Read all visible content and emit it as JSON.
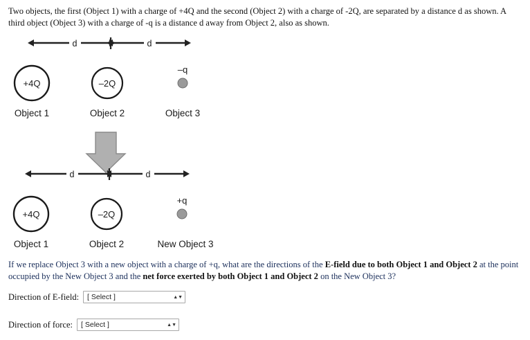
{
  "intro": {
    "text": "Two objects, the first (Object 1) with a charge of +4Q and the second (Object 2) with a charge of -2Q, are separated by a distance d as shown. A third object (Object 3) with a charge of -q is a distance d away from Object 2, also as shown."
  },
  "diagram": {
    "top_row": {
      "dim_label_left": "d",
      "dim_label_right": "d",
      "objects": [
        {
          "charge": "+4Q",
          "label": "Object 1",
          "style": "circle-large"
        },
        {
          "charge": "–2Q",
          "label": "Object 2",
          "style": "circle-large"
        },
        {
          "charge": "–q",
          "label": "Object 3",
          "style": "dot-small"
        }
      ]
    },
    "bottom_row": {
      "dim_label_left": "d",
      "dim_label_right": "d",
      "objects": [
        {
          "charge": "+4Q",
          "label": "Object 1",
          "style": "circle-large"
        },
        {
          "charge": "–2Q",
          "label": "Object 2",
          "style": "circle-large"
        },
        {
          "charge": "+q",
          "label": "New Object 3",
          "style": "dot-small"
        }
      ]
    },
    "arrow": "down-block-arrow"
  },
  "question": {
    "part1": "If we replace Object 3 with a new object with a charge of +q, what are the directions of the ",
    "bold1": "E-field due to both Object 1 and Object 2",
    "part2": " at the point occupied by the New Object 3 and the ",
    "bold2": "net force exerted by both Object 1 and Object 2",
    "part3": " on the New Object 3?"
  },
  "controls": {
    "efield": {
      "label": "Direction of E-field:",
      "value": "[ Select ]"
    },
    "force": {
      "label": "Direction of force:",
      "value": "[ Select ]"
    }
  },
  "colors": {
    "text": "#1a1a1a",
    "question_text": "#1a2e5a",
    "stroke": "#222222",
    "dot_fill": "#9a9a9a",
    "block_arrow_fill": "#b0b0b0"
  }
}
